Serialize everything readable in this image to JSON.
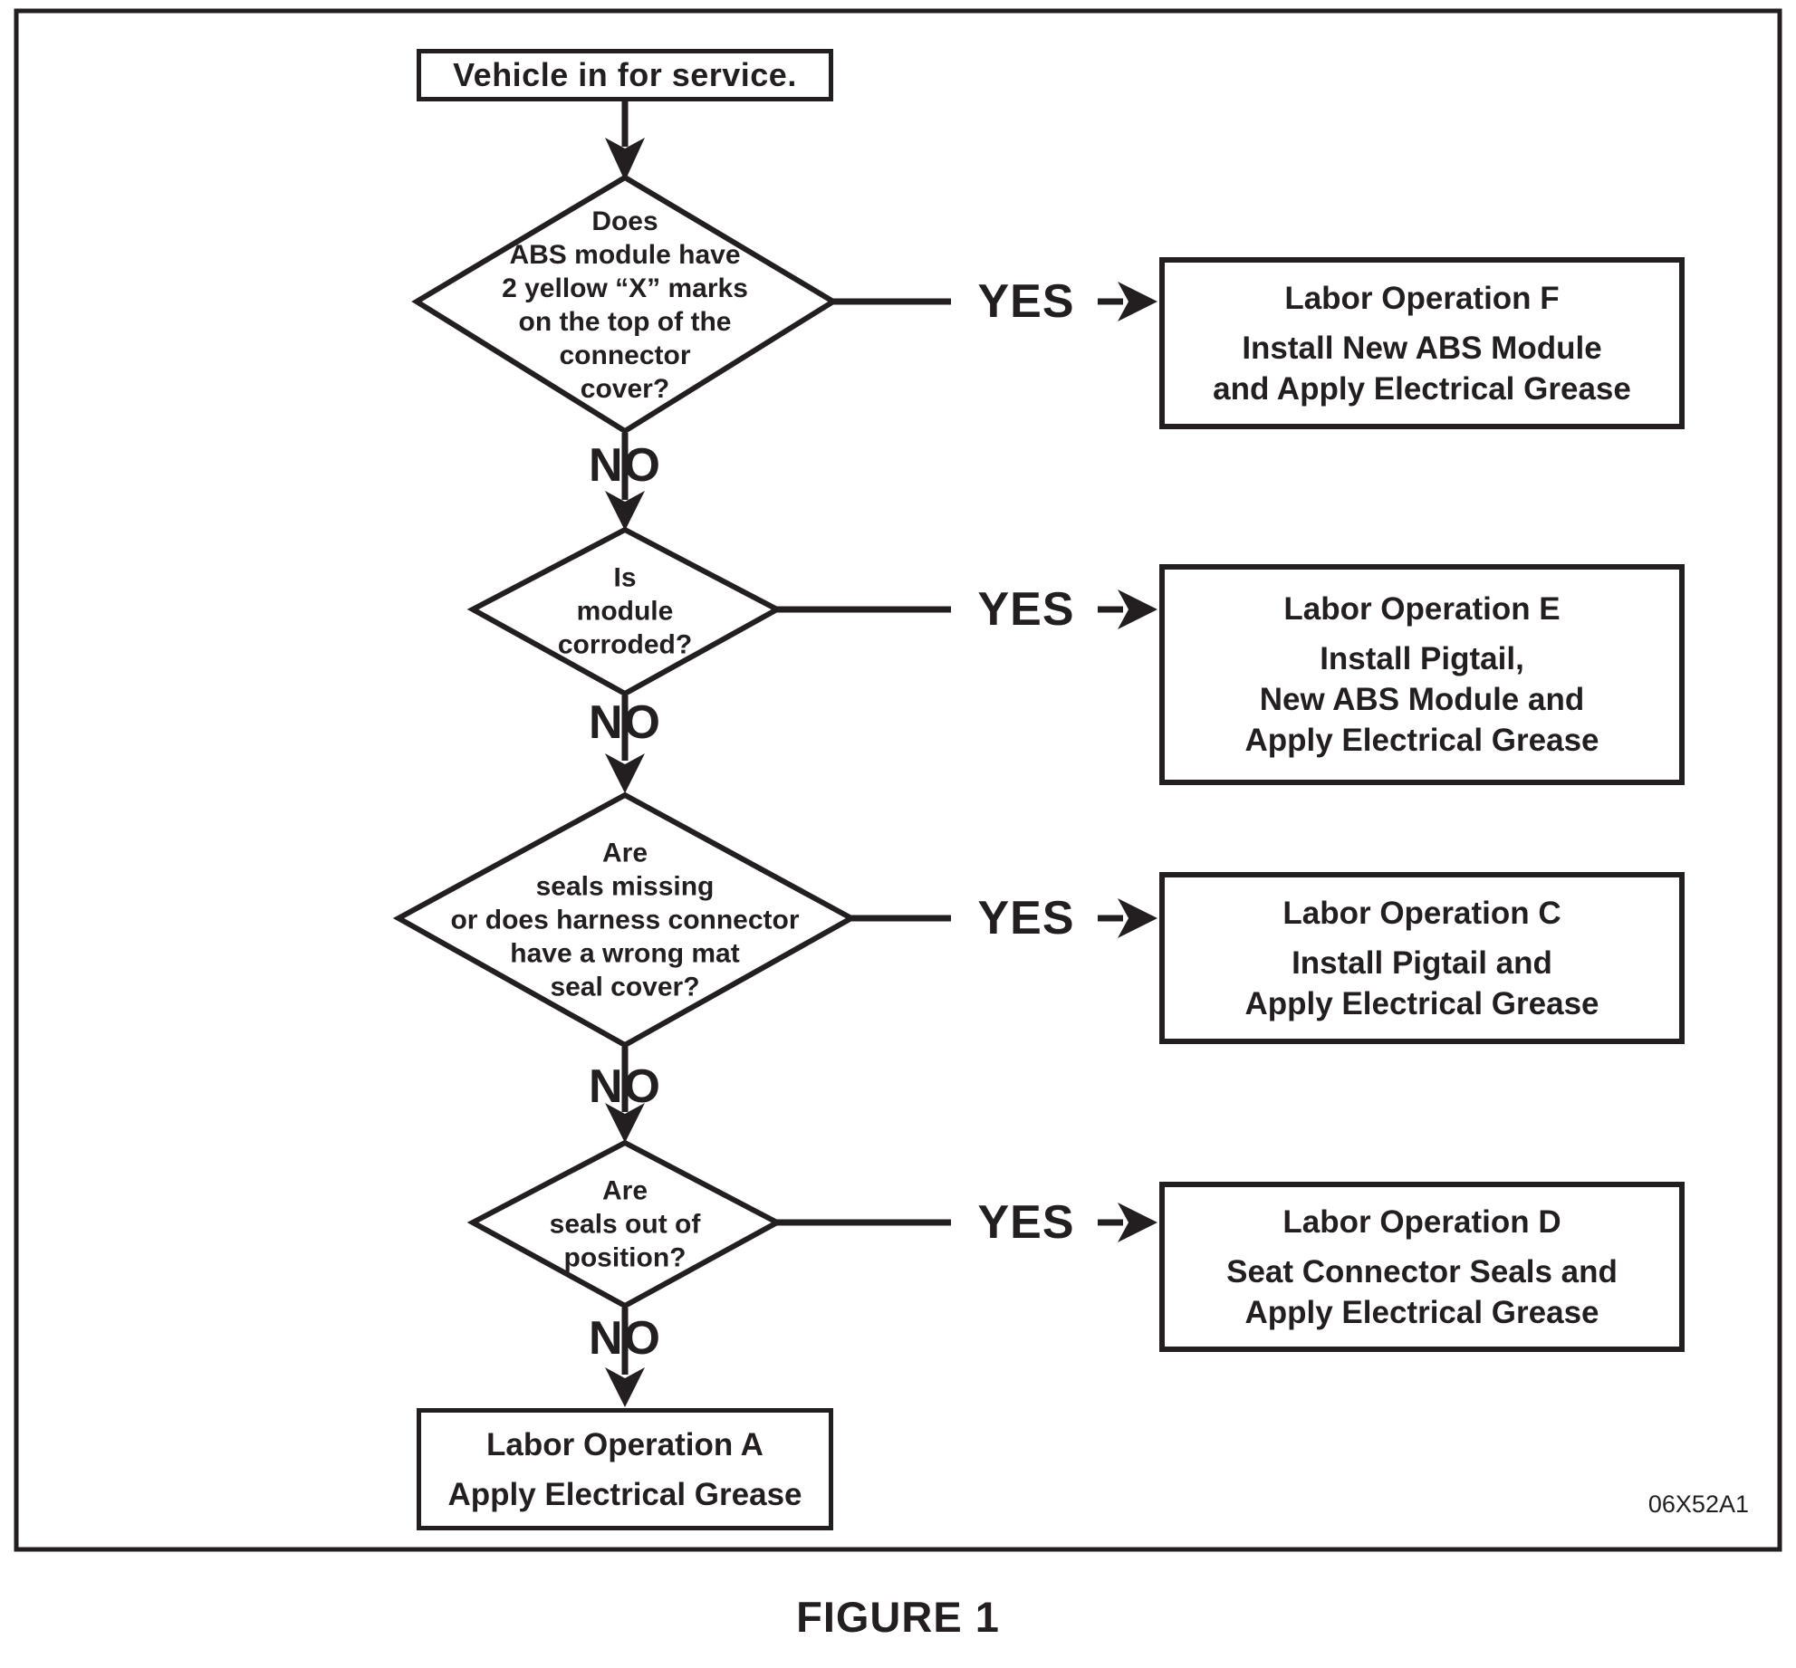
{
  "figure": {
    "caption": "FIGURE 1",
    "drawing_code": "06X52A1"
  },
  "colors": {
    "ink": "#231f20",
    "background": "#ffffff"
  },
  "flow": {
    "start": {
      "label": "Vehicle in for service."
    },
    "decisions": [
      {
        "question": "Does\nABS module have\n2 yellow “X” marks\non the top of the\nconnector\ncover?",
        "yes": "YES",
        "no": "NO",
        "yes_target": {
          "title": "Labor Operation F",
          "body": "Install New ABS Module\nand Apply Electrical Grease"
        }
      },
      {
        "question": "Is\nmodule\ncorroded?",
        "yes": "YES",
        "no": "NO",
        "yes_target": {
          "title": "Labor Operation E",
          "body": "Install Pigtail,\nNew ABS Module and\nApply Electrical Grease"
        }
      },
      {
        "question": "Are\nseals missing\nor does harness connector\nhave a wrong mat\nseal cover?",
        "yes": "YES",
        "no": "NO",
        "yes_target": {
          "title": "Labor Operation C",
          "body": "Install Pigtail and\nApply Electrical Grease"
        }
      },
      {
        "question": "Are\nseals out of\nposition?",
        "yes": "YES",
        "no": "NO",
        "yes_target": {
          "title": "Labor Operation D",
          "body": "Seat Connector Seals and\nApply Electrical Grease"
        }
      }
    ],
    "terminal": {
      "title": "Labor Operation A",
      "body": "Apply Electrical Grease"
    }
  }
}
